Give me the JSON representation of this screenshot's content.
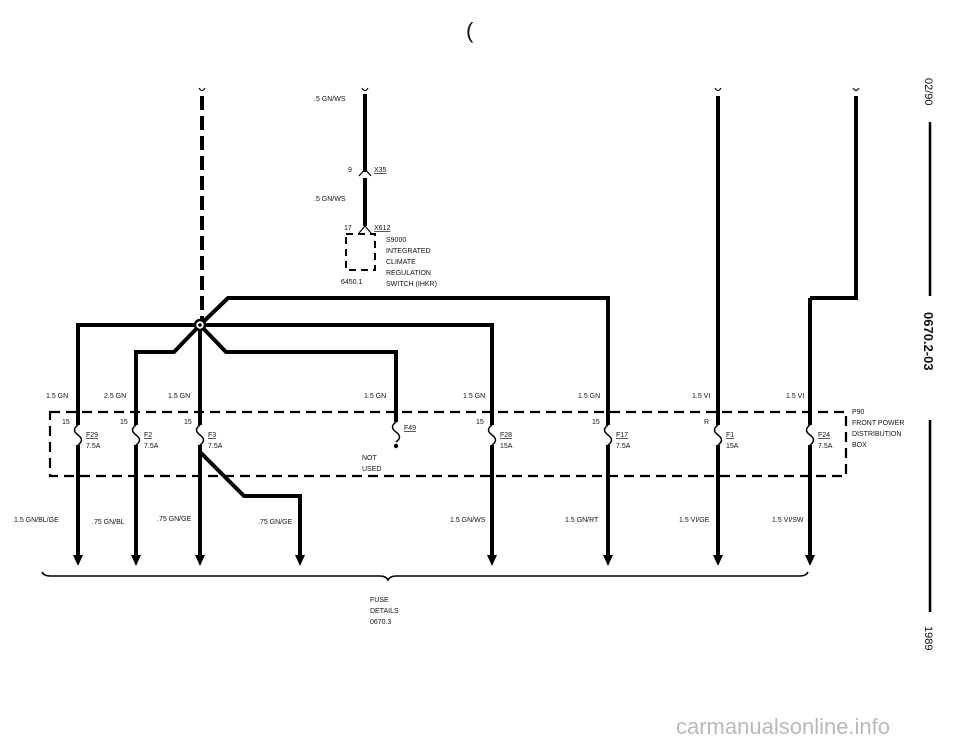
{
  "header": {
    "bracket": "("
  },
  "side": {
    "date": "02/90",
    "doc_number": "0670.2-03",
    "year": "1989"
  },
  "connectors": {
    "x35": {
      "pin": "9",
      "name": "X35"
    },
    "x612": {
      "pin": "17",
      "name": "X612"
    }
  },
  "switch": {
    "ref": "6450.1",
    "lines": [
      "S9000",
      "INTEGRATED",
      "CLIMATE",
      "REGULATION",
      "SWITCH (IHKR)"
    ]
  },
  "wires": {
    "top_a": ".5 GN/WS",
    "top_b": ".5 GN/WS"
  },
  "fuse_box": {
    "lines": [
      "P90",
      "FRONT POWER",
      "DISTRIBUTION",
      "BOX"
    ]
  },
  "inputs": [
    {
      "label": "1.5 GN",
      "pin": "15"
    },
    {
      "label": "2.5 GN",
      "pin": "15"
    },
    {
      "label": "1.5 GN",
      "pin": "15"
    },
    {
      "label": "1.5 GN",
      "pin": ""
    },
    {
      "label": "1.5 GN",
      "pin": "15"
    },
    {
      "label": "1.5 GN",
      "pin": "15"
    },
    {
      "label": "1.5 VI",
      "pin": "R"
    },
    {
      "label": "1.5 VI",
      "pin": ""
    }
  ],
  "fuses": [
    {
      "name": "F29",
      "rating": "7.5A"
    },
    {
      "name": "F2",
      "rating": "7.5A"
    },
    {
      "name": "F3",
      "rating": "7.5A"
    },
    {
      "name": "F49",
      "rating": ""
    },
    {
      "name": "F28",
      "rating": "15A"
    },
    {
      "name": "F17",
      "rating": "7.5A"
    },
    {
      "name": "F1",
      "rating": "15A"
    },
    {
      "name": "F24",
      "rating": "7.5A"
    }
  ],
  "not_used": [
    "NOT",
    "USED"
  ],
  "outputs": [
    "1.5 GN/BL/GE",
    ".75 GN/BL",
    ".75 GN/GE",
    ".75 GN/GE",
    "1.5 GN/WS",
    "1.5 GN/RT",
    "1.5 VI/GE",
    "1.5 VI/SW"
  ],
  "fuse_details": [
    "FUSE",
    "DETAILS",
    "0670.3"
  ],
  "watermark": "carmanualsonline.info"
}
